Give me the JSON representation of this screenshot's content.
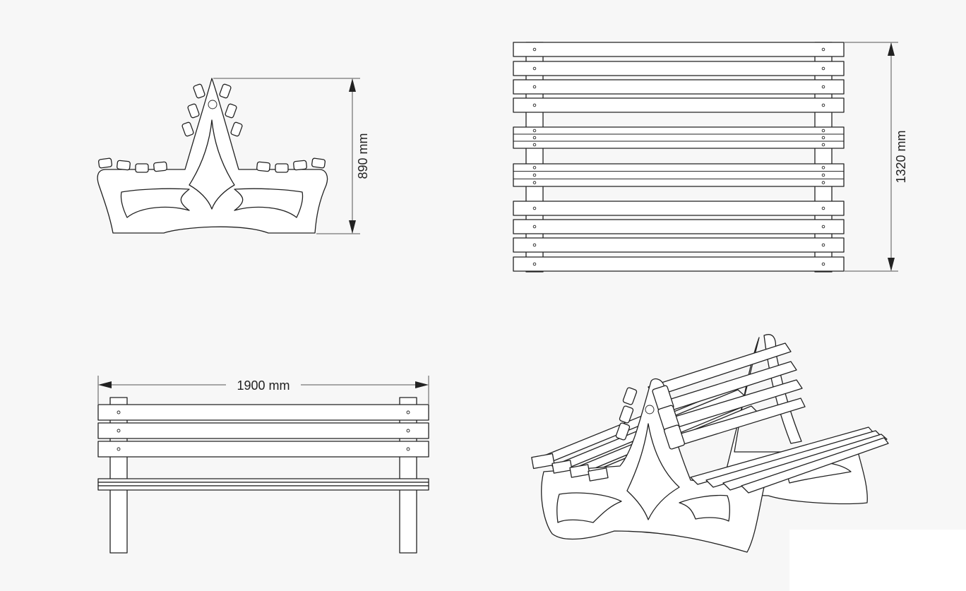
{
  "dimensions": {
    "height": "890 mm",
    "depth": "1320 mm",
    "length": "1900 mm"
  },
  "colors": {
    "background": "#f7f7f7",
    "line": "#222222",
    "fill": "#ffffff"
  }
}
